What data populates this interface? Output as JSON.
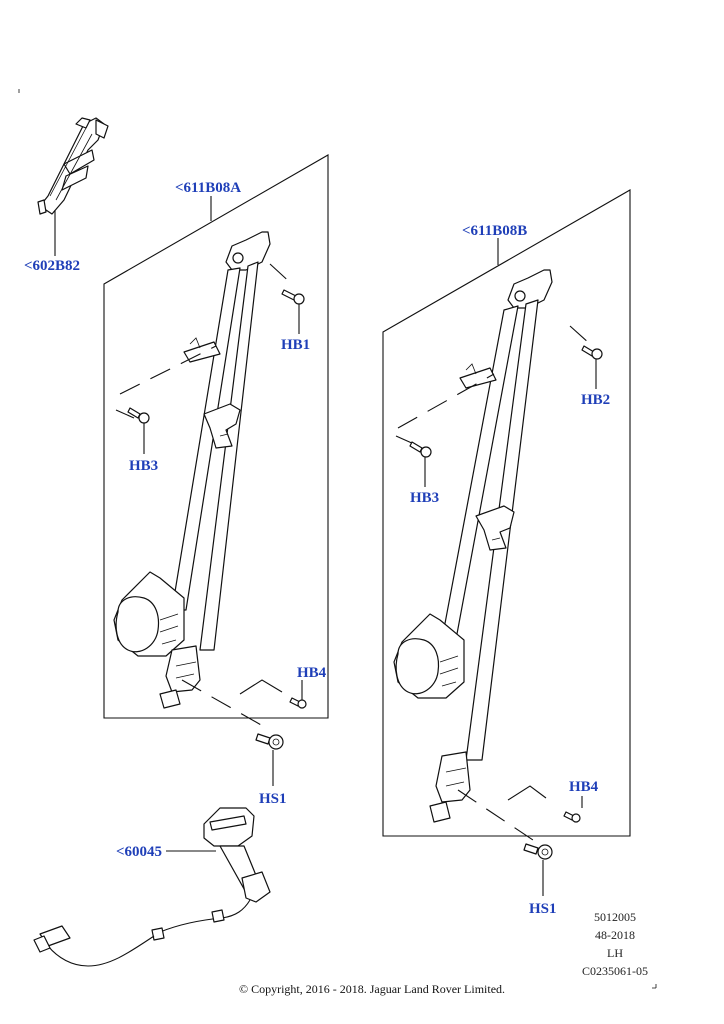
{
  "labels": {
    "part_602b82": "<602B82",
    "part_611b08a": "<611B08A",
    "part_611b08b": "<611B08B",
    "part_60045": "<60045",
    "hb1": "HB1",
    "hb2": "HB2",
    "hb3_left": "HB3",
    "hb3_right": "HB3",
    "hb4_left": "HB4",
    "hb4_right": "HB4",
    "hs1_left": "HS1",
    "hs1_right": "HS1"
  },
  "meta": {
    "code": "5012005",
    "date": "48-2018",
    "side": "LH",
    "ref": "C0235061-05"
  },
  "copyright": "© Copyright, 2016 - 2018. Jaguar Land Rover Limited.",
  "colors": {
    "label": "#1f3fb8",
    "line": "#111111"
  }
}
